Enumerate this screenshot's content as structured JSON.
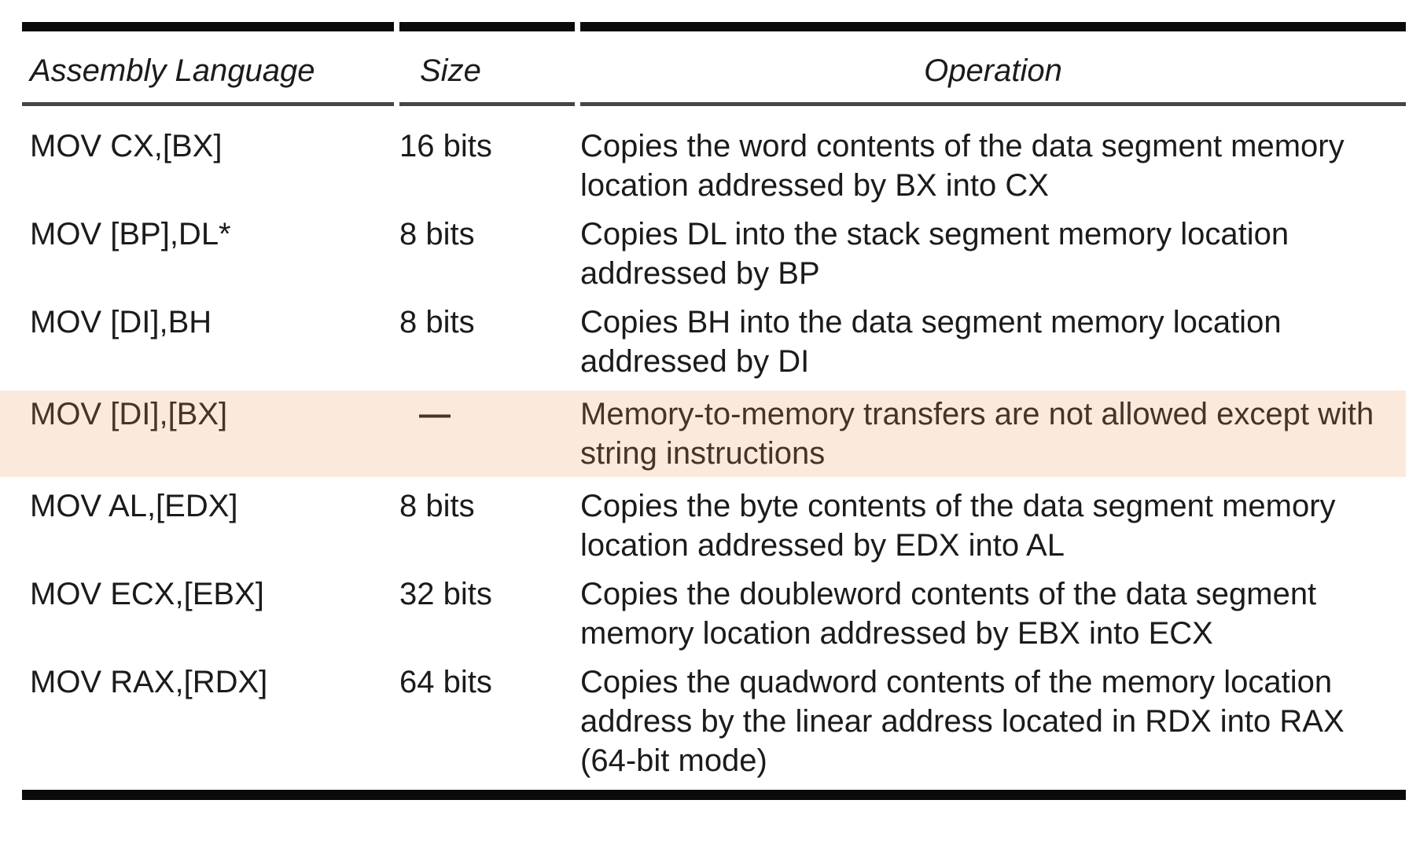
{
  "table": {
    "columns": [
      {
        "label": "Assembly Language"
      },
      {
        "label": "Size"
      },
      {
        "label": "Operation"
      }
    ],
    "rows": [
      {
        "assembly": "MOV CX,[BX]",
        "size": "16 bits",
        "operation": "Copies the word contents of the data segment memory location addressed by BX into CX",
        "highlighted": false
      },
      {
        "assembly": "MOV [BP],DL*",
        "size": "8 bits",
        "operation": "Copies DL into the stack segment memory location addressed by BP",
        "highlighted": false
      },
      {
        "assembly": "MOV [DI],BH",
        "size": "8 bits",
        "operation": "Copies BH into the data segment memory location addressed by DI",
        "highlighted": false
      },
      {
        "assembly": "MOV [DI],[BX]",
        "size": "—",
        "operation": "Memory-to-memory transfers are not allowed except with string instructions",
        "highlighted": true
      },
      {
        "assembly": "MOV AL,[EDX]",
        "size": "8 bits",
        "operation": "Copies the byte contents of the data segment memory location addressed by EDX into AL",
        "highlighted": false
      },
      {
        "assembly": "MOV ECX,[EBX]",
        "size": "32 bits",
        "operation": "Copies the doubleword contents of the data segment memory location addressed by EBX into ECX",
        "highlighted": false
      },
      {
        "assembly": "MOV RAX,[RDX]",
        "size": "64 bits",
        "operation": "Copies the quadword contents of the memory location address by the linear address located in RDX into RAX (64-bit mode)",
        "highlighted": false
      }
    ],
    "colors": {
      "text": "#1b1b1b",
      "rule": "#0b0b0b",
      "header_underline": "#454545",
      "highlight_bg": "#fbe9dc",
      "highlight_text": "#463429"
    }
  }
}
